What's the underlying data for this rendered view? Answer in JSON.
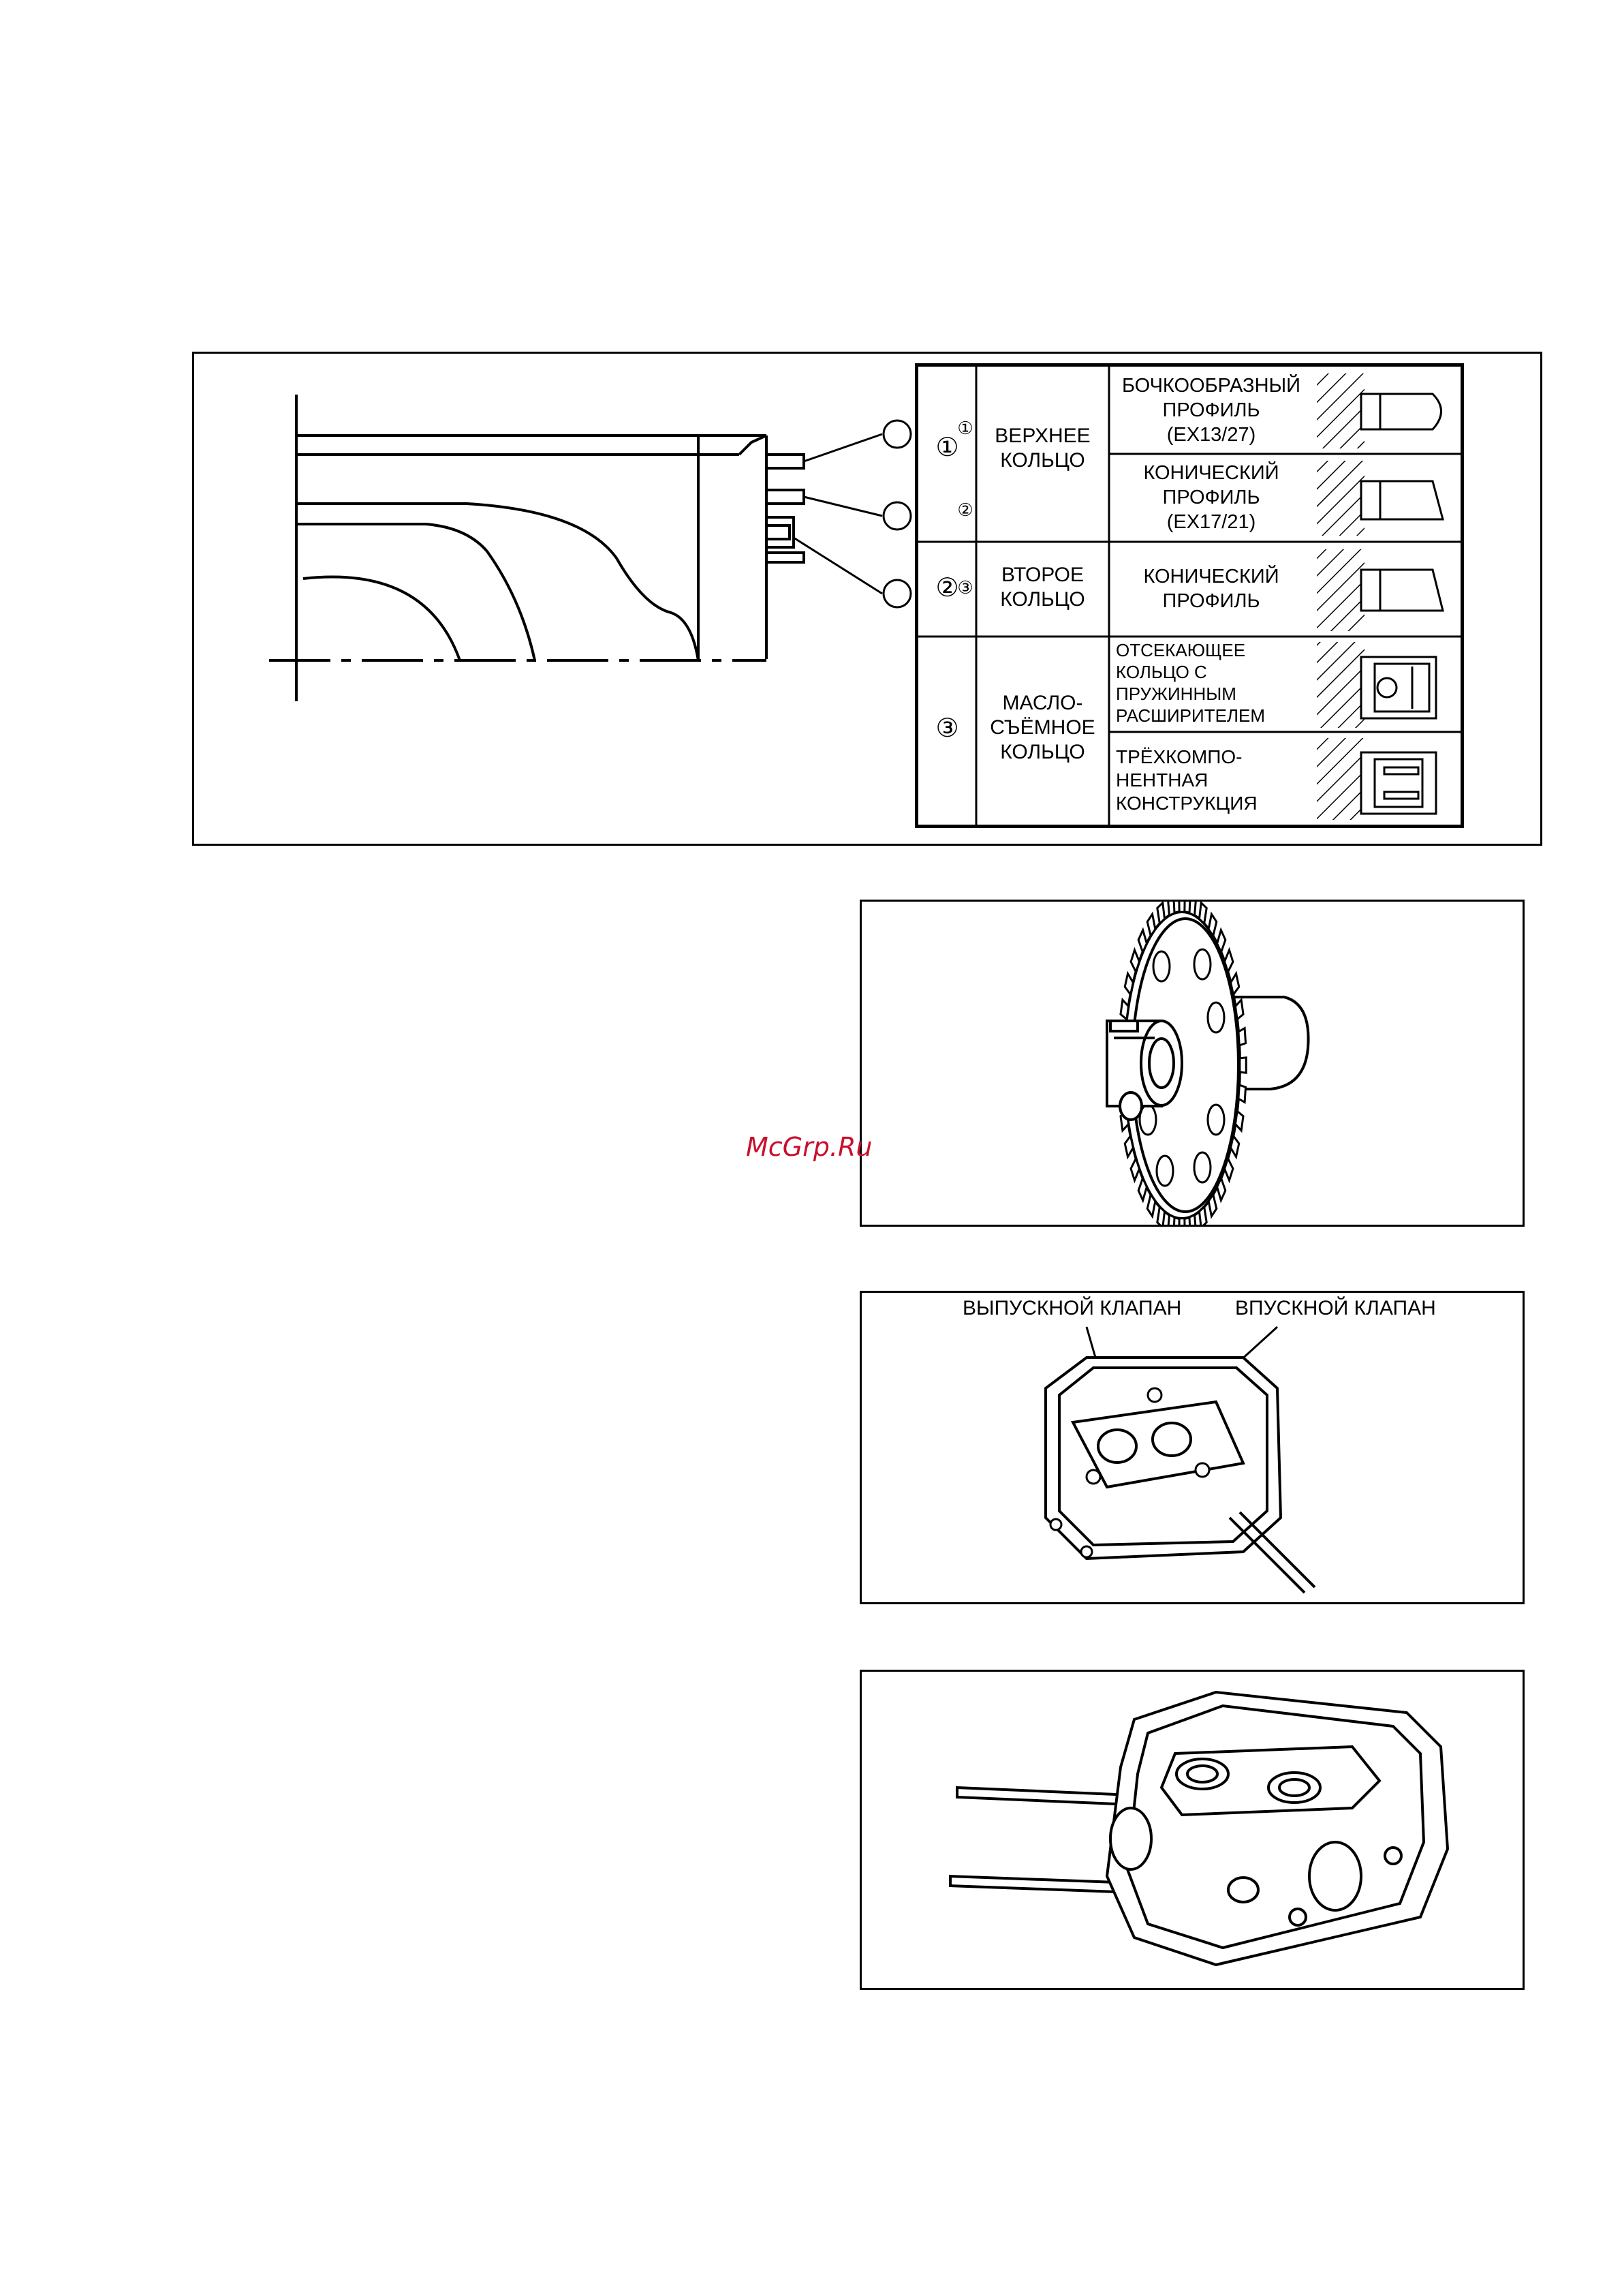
{
  "piston_rings": {
    "callout_numbers": [
      "①",
      "②",
      "③"
    ],
    "rows": [
      {
        "num": "①",
        "name": [
          "ВЕРХНЕЕ",
          "КОЛЬЦО"
        ],
        "variants": [
          {
            "profile": [
              "БОЧКООБРАЗНЫЙ",
              "ПРОФИЛЬ",
              "(EX13/27)"
            ]
          },
          {
            "profile": [
              "КОНИЧЕСКИЙ",
              "ПРОФИЛЬ",
              "(EX17/21)"
            ]
          }
        ]
      },
      {
        "num": "②",
        "name": [
          "ВТОРОЕ",
          "КОЛЬЦО"
        ],
        "variants": [
          {
            "profile": [
              "КОНИЧЕСКИЙ",
              "ПРОФИЛЬ"
            ]
          }
        ]
      },
      {
        "num": "③",
        "name": [
          "МАСЛО-",
          "СЪЁМНОЕ",
          "КОЛЬЦО"
        ],
        "variants": [
          {
            "profile": [
              "ОТСЕКАЮЩЕЕ",
              "КОЛЬЦО С",
              "ПРУЖИННЫМ",
              "РАСШИРИТЕЛЕМ"
            ]
          },
          {
            "profile": [
              "ТРЁХКОМПО-",
              "НЕНТНАЯ",
              "КОНСТРУКЦИЯ"
            ]
          }
        ]
      }
    ]
  },
  "valves_figure": {
    "exhaust_label": "ВЫПУСКНОЙ КЛАПАН",
    "intake_label": "ВПУСКНОЙ КЛАПАН"
  },
  "watermark": "McGrp.Ru"
}
